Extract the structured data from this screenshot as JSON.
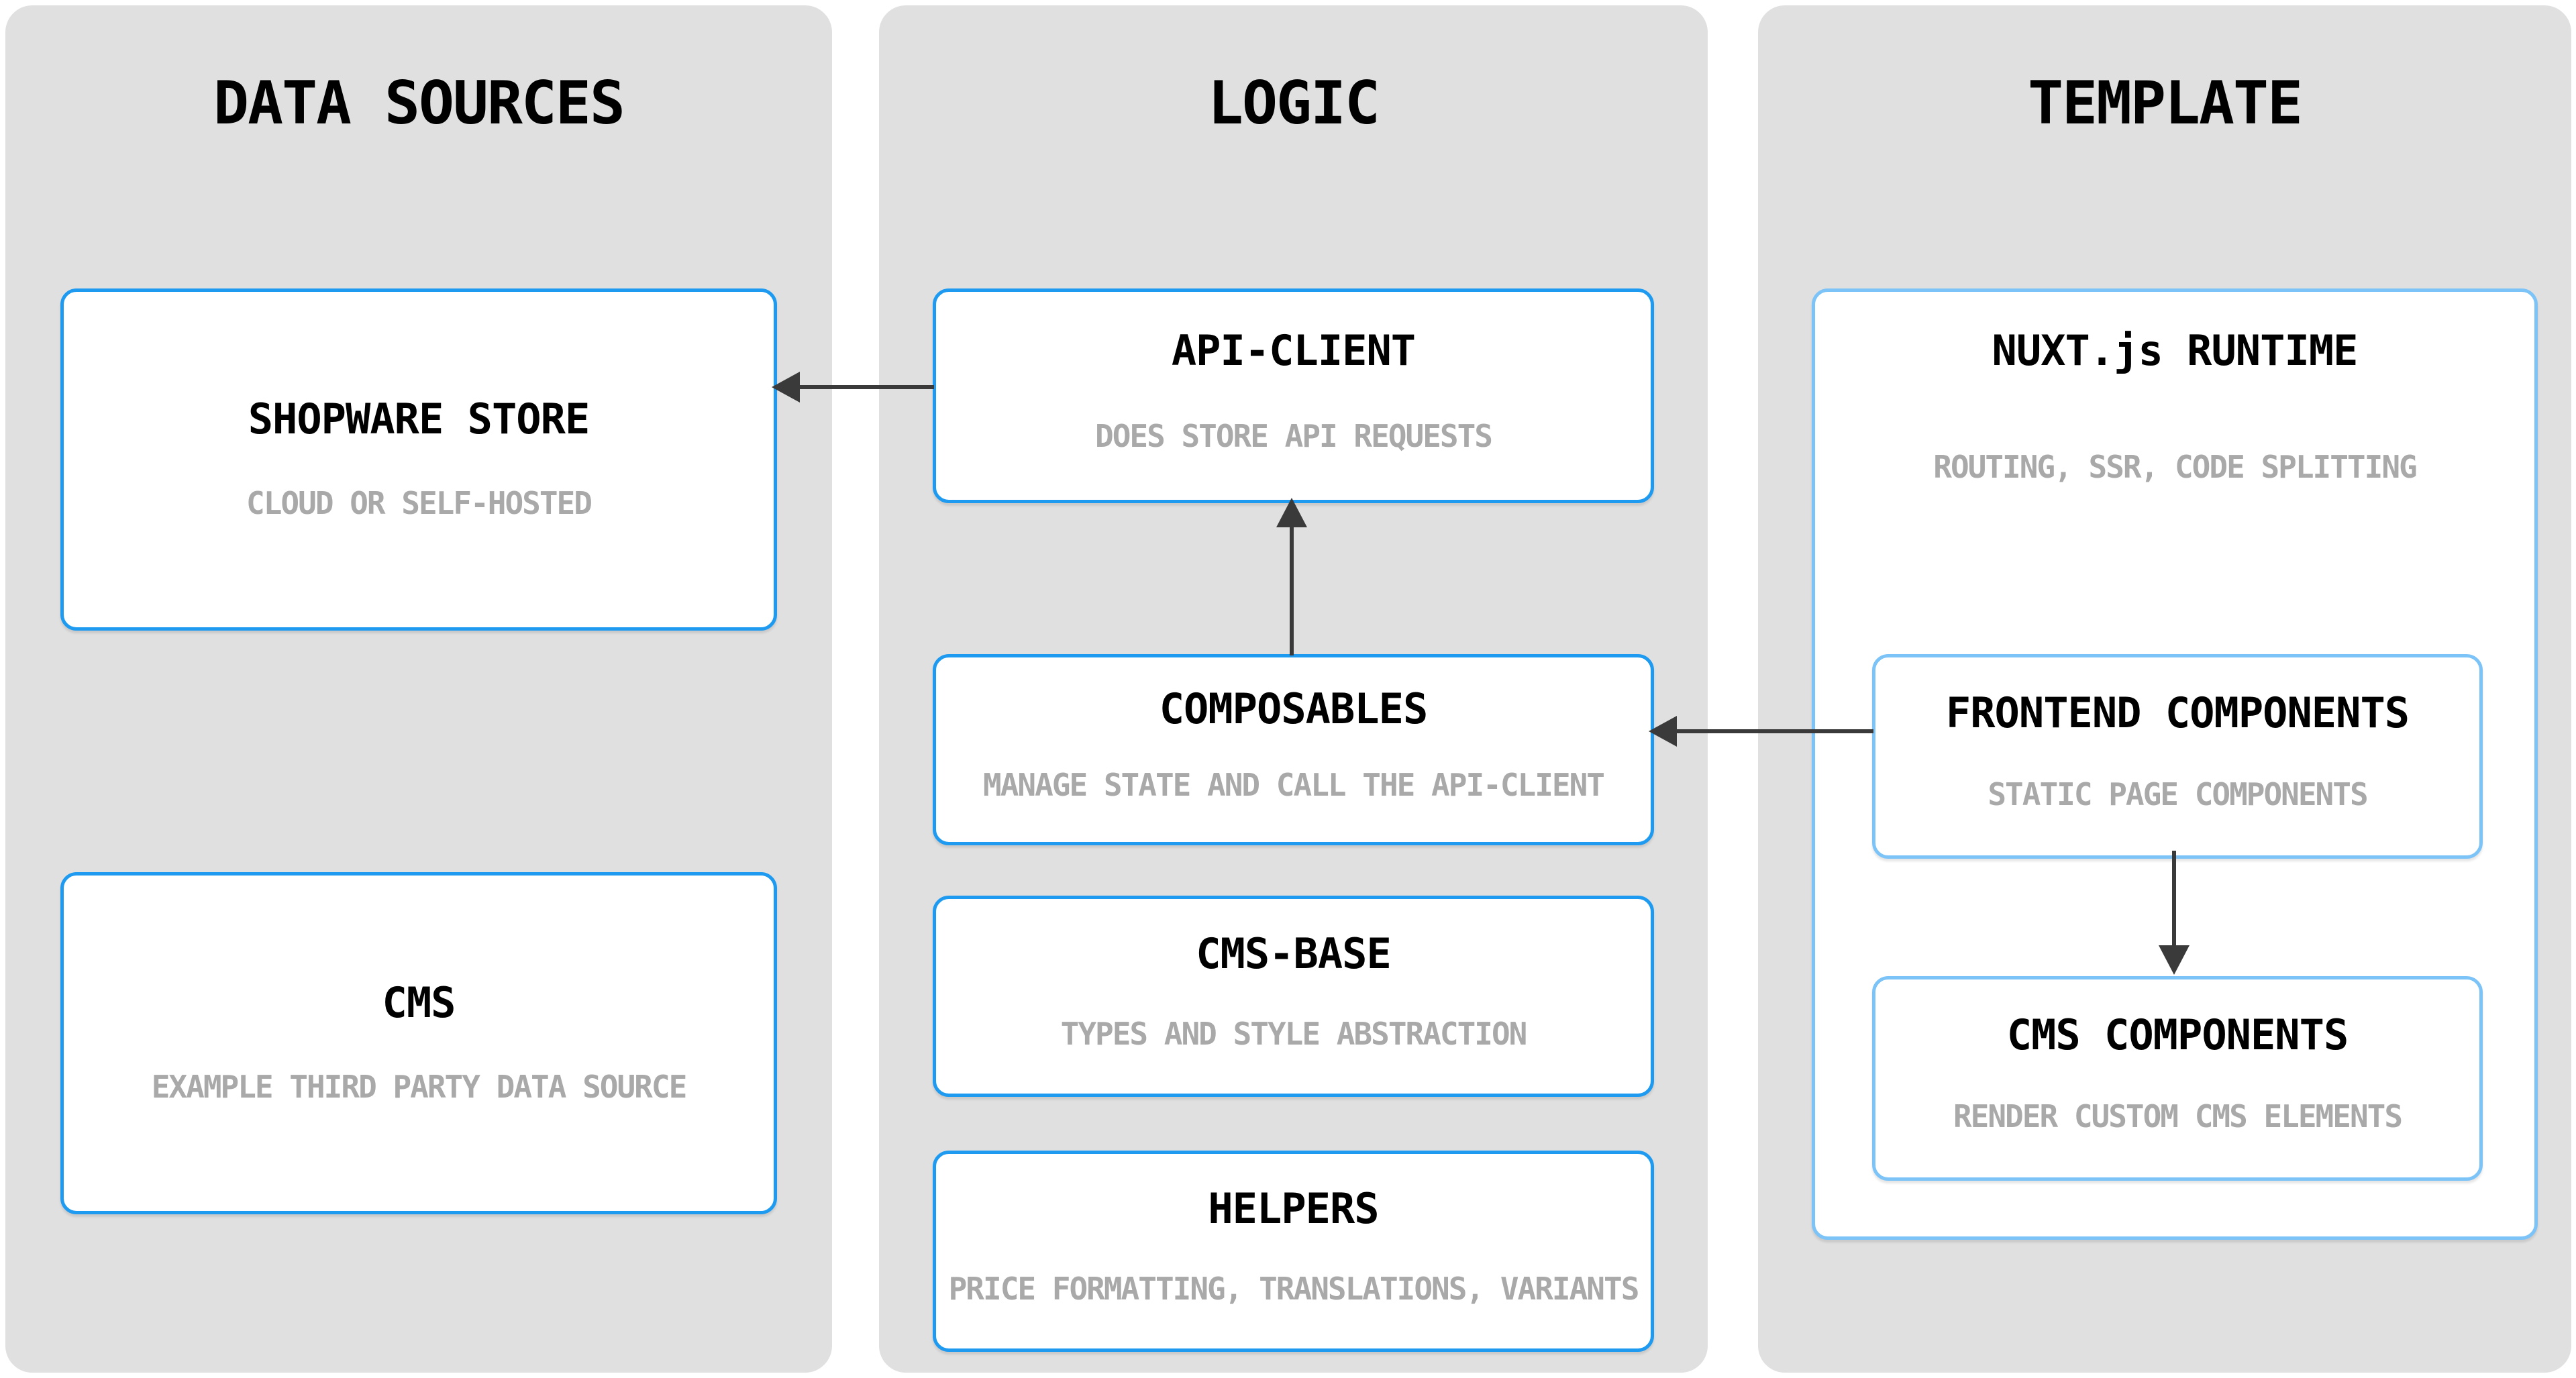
{
  "colors": {
    "panel_bg": "#e0e0e0",
    "box_bg": "#ffffff",
    "box_border_strong": "#1e9af0",
    "box_border_light": "#7cc3f8",
    "title_text": "#000000",
    "subtitle_text": "#a9a9a9",
    "arrow": "#3a3a3a",
    "page_bg": "#ffffff"
  },
  "panels": [
    {
      "title": "DATA SOURCES",
      "boxes": [
        {
          "title": "SHOPWARE STORE",
          "subtitle": "CLOUD OR SELF-HOSTED"
        },
        {
          "title": "CMS",
          "subtitle": "EXAMPLE THIRD PARTY DATA SOURCE"
        }
      ]
    },
    {
      "title": "LOGIC",
      "boxes": [
        {
          "title": "API-CLIENT",
          "subtitle": "DOES STORE API REQUESTS"
        },
        {
          "title": "COMPOSABLES",
          "subtitle": "MANAGE STATE AND CALL THE API-CLIENT"
        },
        {
          "title": "CMS-BASE",
          "subtitle": "TYPES AND STYLE ABSTRACTION"
        },
        {
          "title": "HELPERS",
          "subtitle": "PRICE FORMATTING, TRANSLATIONS, VARIANTS"
        }
      ]
    },
    {
      "title": "TEMPLATE",
      "boxes": [
        {
          "title": "NUXT.js RUNTIME",
          "subtitle": "ROUTING, SSR, CODE SPLITTING"
        },
        {
          "title": "FRONTEND COMPONENTS",
          "subtitle": "STATIC PAGE COMPONENTS"
        },
        {
          "title": "CMS COMPONENTS",
          "subtitle": "RENDER CUSTOM CMS ELEMENTS"
        }
      ]
    }
  ],
  "arrows": [
    {
      "from": "API-CLIENT",
      "to": "SHOPWARE STORE",
      "direction": "left"
    },
    {
      "from": "COMPOSABLES",
      "to": "API-CLIENT",
      "direction": "up"
    },
    {
      "from": "FRONTEND COMPONENTS",
      "to": "COMPOSABLES",
      "direction": "left"
    },
    {
      "from": "FRONTEND COMPONENTS",
      "to": "CMS COMPONENTS",
      "direction": "down"
    }
  ]
}
